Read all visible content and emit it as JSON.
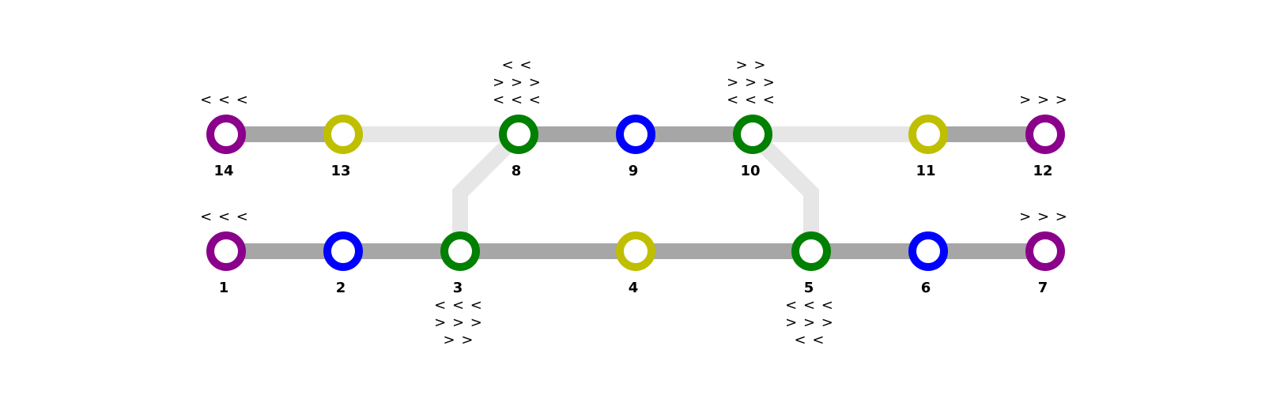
{
  "colors": {
    "track_dark": "#a6a6a6",
    "track_light": "#e6e6e6",
    "purple": "#8b008b",
    "yellow": "#bfbf00",
    "green": "#008000",
    "blue": "#0000ff",
    "node_fill": "#ffffff",
    "text": "#000000"
  },
  "nodes": [
    {
      "id": "1",
      "color": "purple",
      "annotations": [
        "< < <"
      ],
      "annotation_side": "above"
    },
    {
      "id": "2",
      "color": "blue",
      "annotations": [],
      "annotation_side": "above"
    },
    {
      "id": "3",
      "color": "green",
      "annotations": [
        "< < <",
        "> > >",
        "> >"
      ],
      "annotation_side": "below"
    },
    {
      "id": "4",
      "color": "yellow",
      "annotations": [],
      "annotation_side": "above"
    },
    {
      "id": "5",
      "color": "green",
      "annotations": [
        "< < <",
        "> > >",
        "< <"
      ],
      "annotation_side": "below"
    },
    {
      "id": "6",
      "color": "blue",
      "annotations": [],
      "annotation_side": "above"
    },
    {
      "id": "7",
      "color": "purple",
      "annotations": [
        "> > >"
      ],
      "annotation_side": "above"
    },
    {
      "id": "8",
      "color": "green",
      "annotations": [
        "< <",
        "> > >",
        "< < <"
      ],
      "annotation_side": "above"
    },
    {
      "id": "9",
      "color": "blue",
      "annotations": [],
      "annotation_side": "above"
    },
    {
      "id": "10",
      "color": "green",
      "annotations": [
        "> >",
        "> > >",
        "< < <"
      ],
      "annotation_side": "above"
    },
    {
      "id": "11",
      "color": "yellow",
      "annotations": [],
      "annotation_side": "above"
    },
    {
      "id": "12",
      "color": "purple",
      "annotations": [
        "> > >"
      ],
      "annotation_side": "above"
    },
    {
      "id": "13",
      "color": "yellow",
      "annotations": [],
      "annotation_side": "above"
    },
    {
      "id": "14",
      "color": "purple",
      "annotations": [
        "< < <"
      ],
      "annotation_side": "above"
    }
  ],
  "edges": [
    {
      "from": "14",
      "to": "13",
      "style": "dark"
    },
    {
      "from": "13",
      "to": "8",
      "style": "light"
    },
    {
      "from": "8",
      "to": "9",
      "style": "dark"
    },
    {
      "from": "9",
      "to": "10",
      "style": "dark"
    },
    {
      "from": "10",
      "to": "11",
      "style": "light"
    },
    {
      "from": "11",
      "to": "12",
      "style": "dark"
    },
    {
      "from": "1",
      "to": "2",
      "style": "dark"
    },
    {
      "from": "2",
      "to": "3",
      "style": "dark"
    },
    {
      "from": "3",
      "to": "4",
      "style": "dark"
    },
    {
      "from": "4",
      "to": "5",
      "style": "dark"
    },
    {
      "from": "5",
      "to": "6",
      "style": "dark"
    },
    {
      "from": "6",
      "to": "7",
      "style": "dark"
    },
    {
      "from": "8",
      "to": "3",
      "style": "light"
    },
    {
      "from": "10",
      "to": "5",
      "style": "light"
    }
  ]
}
